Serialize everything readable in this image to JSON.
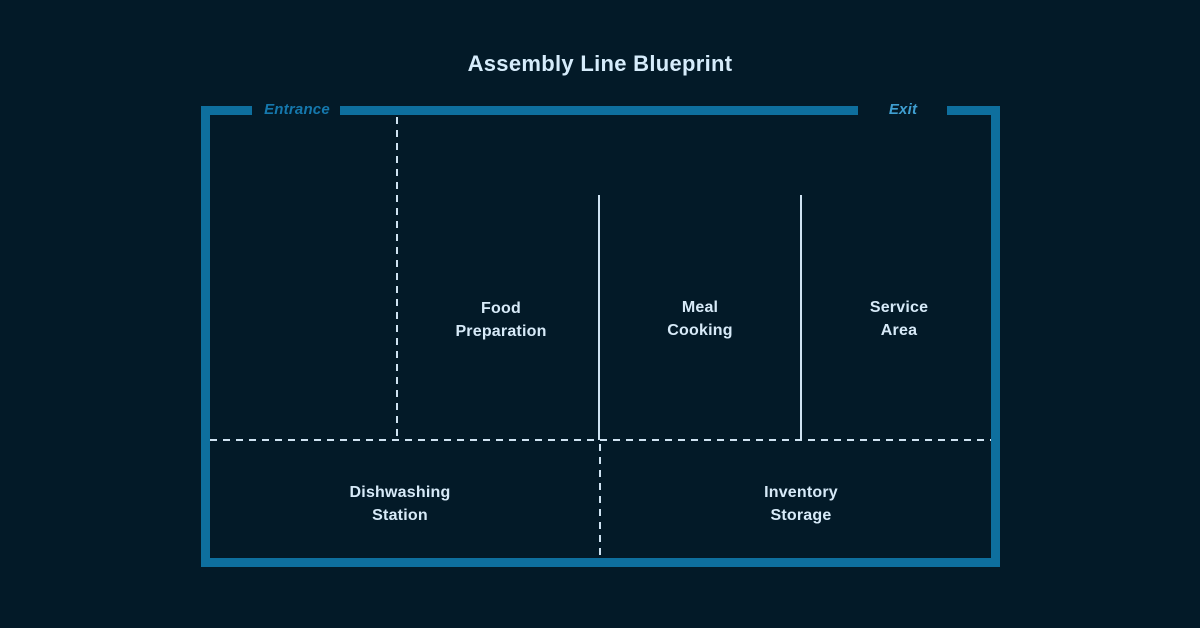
{
  "title": "Assembly Line Blueprint",
  "doors": {
    "entrance_label": "Entrance",
    "exit_label": "Exit"
  },
  "rooms": [
    {
      "id": "food-preparation",
      "label": "Food\nPreparation"
    },
    {
      "id": "meal-cooking",
      "label": "Meal\nCooking"
    },
    {
      "id": "service-area",
      "label": "Service\nArea"
    },
    {
      "id": "dishwashing-station",
      "label": "Dishwashing\nStation"
    },
    {
      "id": "inventory-storage",
      "label": "Inventory\nStorage"
    }
  ],
  "colors": {
    "background": "#031a28",
    "wall": "#0e6f9e",
    "line": "#cfe3f2",
    "title_text": "#d6ecfb",
    "label_text": "#d7eaf8",
    "entrance_text": "#1578ad",
    "exit_text": "#3f9fd1"
  }
}
